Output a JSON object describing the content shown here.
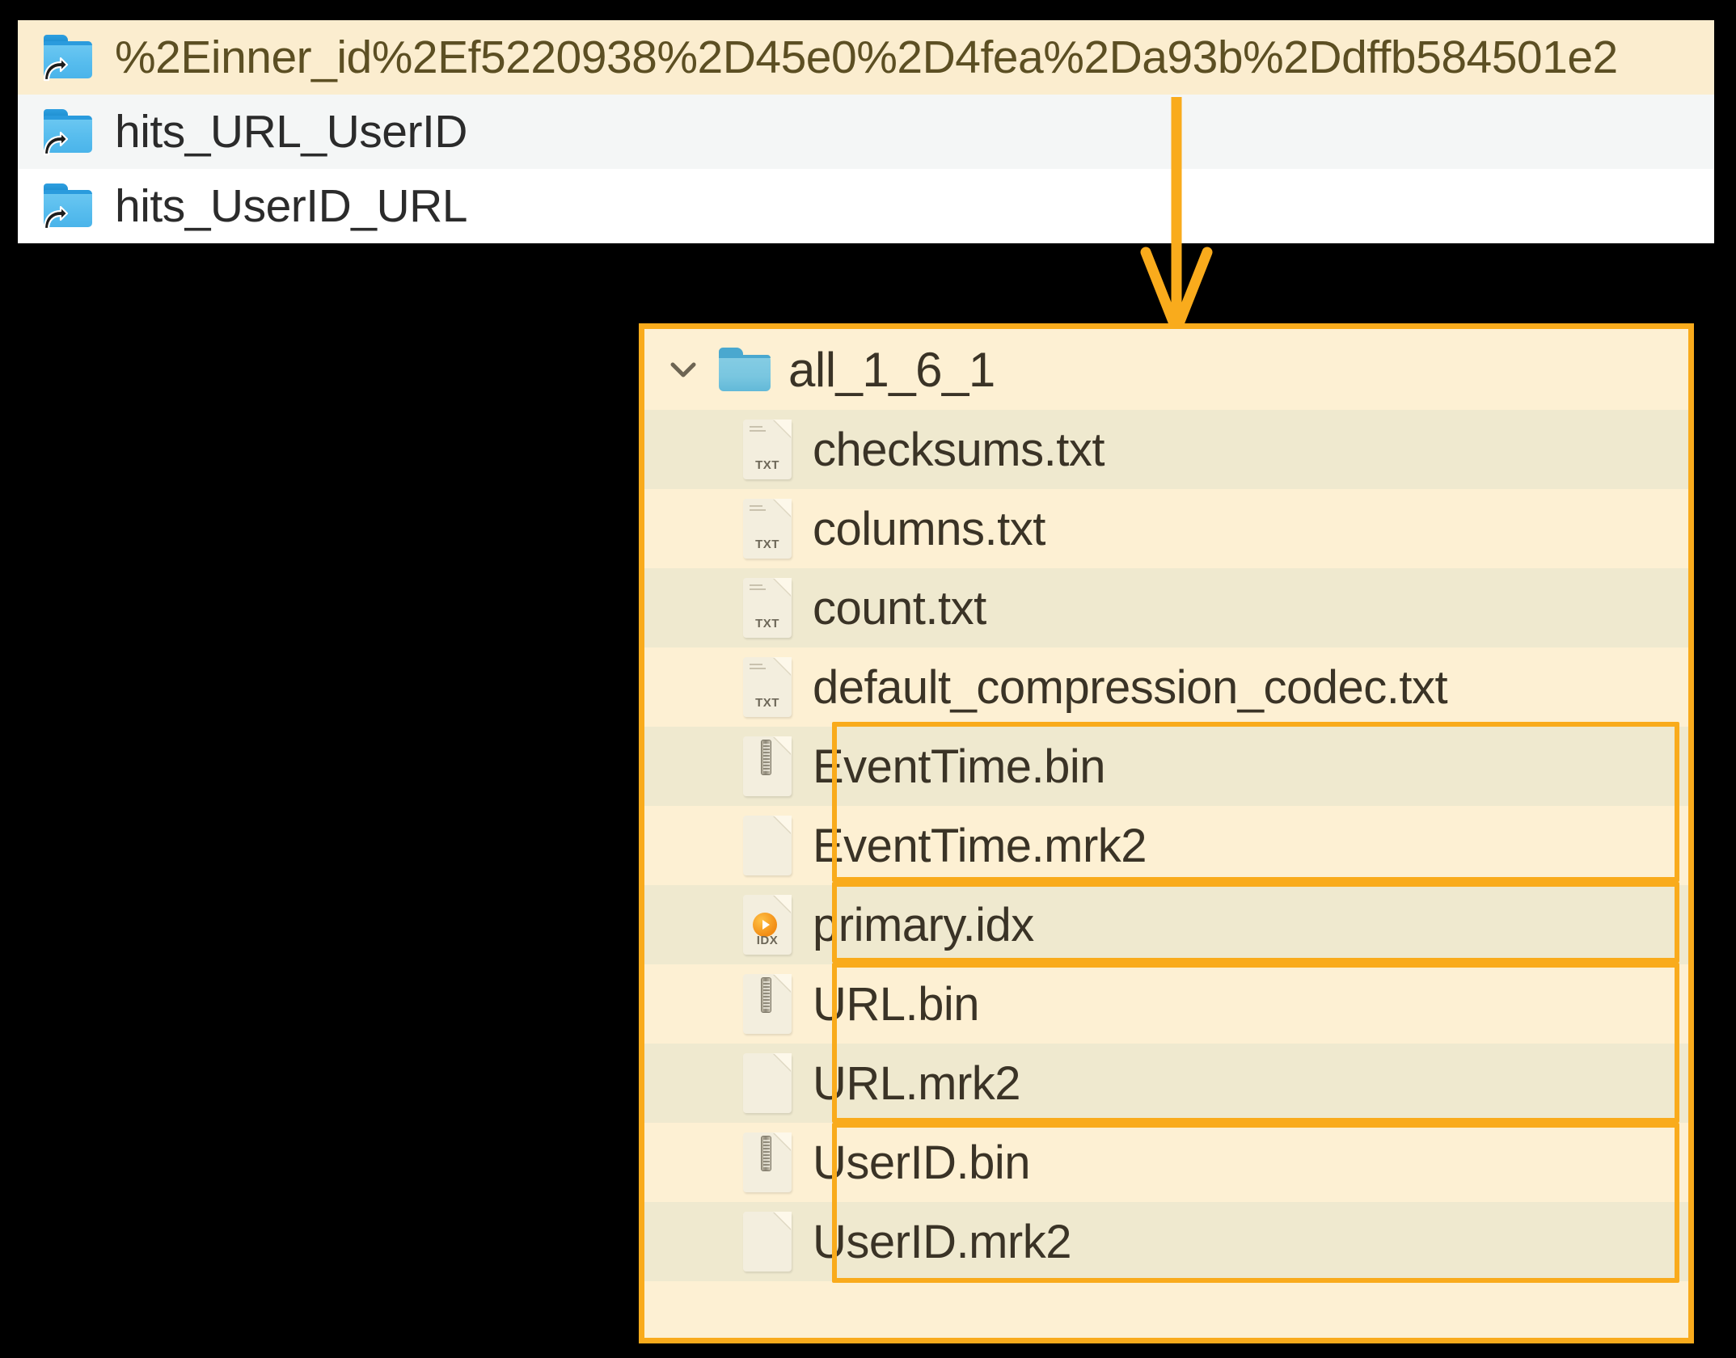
{
  "colors": {
    "highlight_orange": "#f9ab1c",
    "panel_bg": "#fdf0d3",
    "panel_row_alt": "#efe9cf",
    "selected_row_bg": "#fbedcf",
    "folder_blue": "#58bdee",
    "text_dark": "#3a3326",
    "canvas_black": "#000000"
  },
  "top_list": {
    "rows": [
      {
        "label": "%2Einner_id%2Ef5220938%2D45e0%2D4fea%2Da93b%2Ddffb584501e2",
        "icon": "folder-symlink-icon",
        "state": "selected"
      },
      {
        "label": "hits_URL_UserID",
        "icon": "folder-symlink-icon",
        "state": "alternate"
      },
      {
        "label": "hits_UserID_URL",
        "icon": "folder-symlink-icon",
        "state": "plain"
      }
    ]
  },
  "connector": {
    "icon": "down-arrow-icon",
    "color": "#f9ab1c"
  },
  "panel": {
    "header": {
      "chevron_icon": "chevron-down-icon",
      "folder_icon": "folder-icon",
      "label": "all_1_6_1"
    },
    "files": [
      {
        "name": "checksums.txt",
        "icon": "txt-file-icon",
        "tag": "TXT",
        "row": "odd",
        "highlighted": false
      },
      {
        "name": "columns.txt",
        "icon": "txt-file-icon",
        "tag": "TXT",
        "row": "even",
        "highlighted": false
      },
      {
        "name": "count.txt",
        "icon": "txt-file-icon",
        "tag": "TXT",
        "row": "odd",
        "highlighted": false
      },
      {
        "name": "default_compression_codec.txt",
        "icon": "txt-file-icon",
        "tag": "TXT",
        "row": "even",
        "highlighted": false
      },
      {
        "name": "EventTime.bin",
        "icon": "bin-file-icon",
        "tag": "",
        "row": "odd",
        "highlighted": true
      },
      {
        "name": "EventTime.mrk2",
        "icon": "blank-file-icon",
        "tag": "",
        "row": "even",
        "highlighted": true
      },
      {
        "name": "primary.idx",
        "icon": "idx-file-icon",
        "tag": "IDX",
        "row": "odd",
        "highlighted": true
      },
      {
        "name": "URL.bin",
        "icon": "bin-file-icon",
        "tag": "",
        "row": "even",
        "highlighted": true
      },
      {
        "name": "URL.mrk2",
        "icon": "blank-file-icon",
        "tag": "",
        "row": "odd",
        "highlighted": true
      },
      {
        "name": "UserID.bin",
        "icon": "bin-file-icon",
        "tag": "",
        "row": "even",
        "highlighted": true
      },
      {
        "name": "UserID.mrk2",
        "icon": "blank-file-icon",
        "tag": "",
        "row": "odd",
        "highlighted": true
      }
    ],
    "highlight_groups": [
      {
        "label": "EventTime-group",
        "from": 4,
        "to": 5
      },
      {
        "label": "primary-idx-group",
        "from": 6,
        "to": 6
      },
      {
        "label": "URL-group",
        "from": 7,
        "to": 8
      },
      {
        "label": "UserID-group",
        "from": 9,
        "to": 10
      }
    ]
  }
}
